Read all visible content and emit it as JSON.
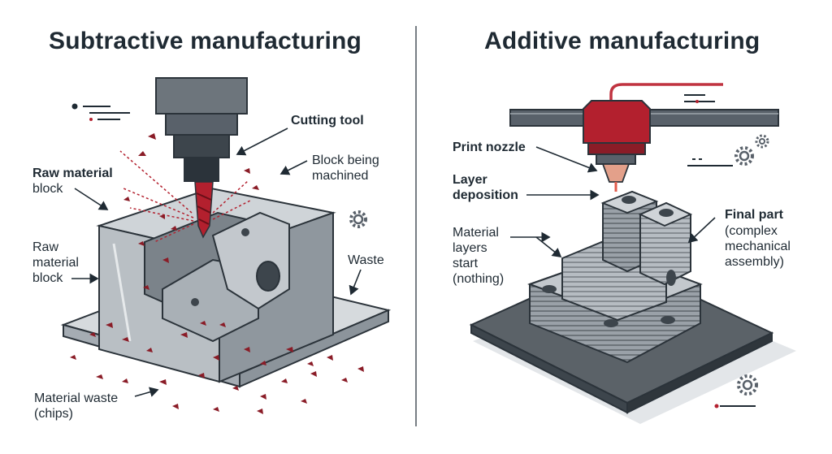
{
  "left_panel": {
    "title": "Subtractive manufacturing",
    "labels": {
      "cutting_tool": "Cutting tool",
      "block_being_machined_1": "Block being",
      "block_being_machined_2": "machined",
      "raw_material_block_title_1": "Raw material",
      "raw_material_block_title_2": "block",
      "raw_material_block_1": "Raw",
      "raw_material_block_2": "material",
      "raw_material_block_3": "block",
      "waste": "Waste",
      "material_waste_1": "Material waste",
      "material_waste_2": "(chips)"
    }
  },
  "right_panel": {
    "title": "Additive manufacturing",
    "labels": {
      "print_nozzle": "Print nozzle",
      "layer_deposition_1": "Layer",
      "layer_deposition_2": "deposition",
      "material_layers_1": "Material",
      "material_layers_2": "layers",
      "material_layers_3": "start",
      "material_layers_4": "(nothing)",
      "final_part_title": "Final part",
      "final_part_1": "(complex",
      "final_part_2": "mechanical",
      "final_part_3": "assembly)"
    }
  },
  "colors": {
    "dark": "#1f2a33",
    "accent_red": "#b3202e",
    "steel_light": "#c9ced3",
    "steel_mid": "#a5acb3",
    "steel_dark": "#6d757c",
    "build_plate": "#5b6268"
  }
}
